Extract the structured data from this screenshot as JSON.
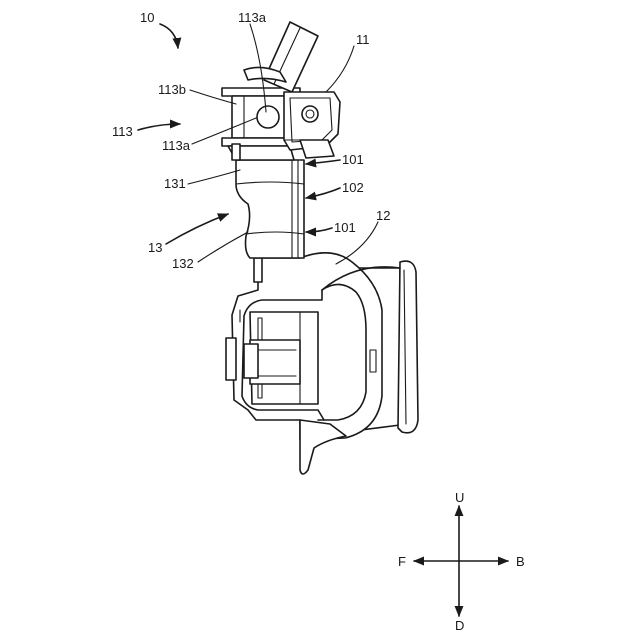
{
  "figure": {
    "labels": {
      "device": "10",
      "part_11": "11",
      "part_113a_top": "113a",
      "part_113b": "113b",
      "part_113": "113",
      "part_113a_lower": "113a",
      "part_101_upper": "101",
      "part_131": "131",
      "part_102": "102",
      "part_13": "13",
      "part_101_lower": "101",
      "part_12": "12",
      "part_132": "132"
    },
    "directions": {
      "up": "U",
      "down": "D",
      "front": "F",
      "back": "B"
    }
  }
}
